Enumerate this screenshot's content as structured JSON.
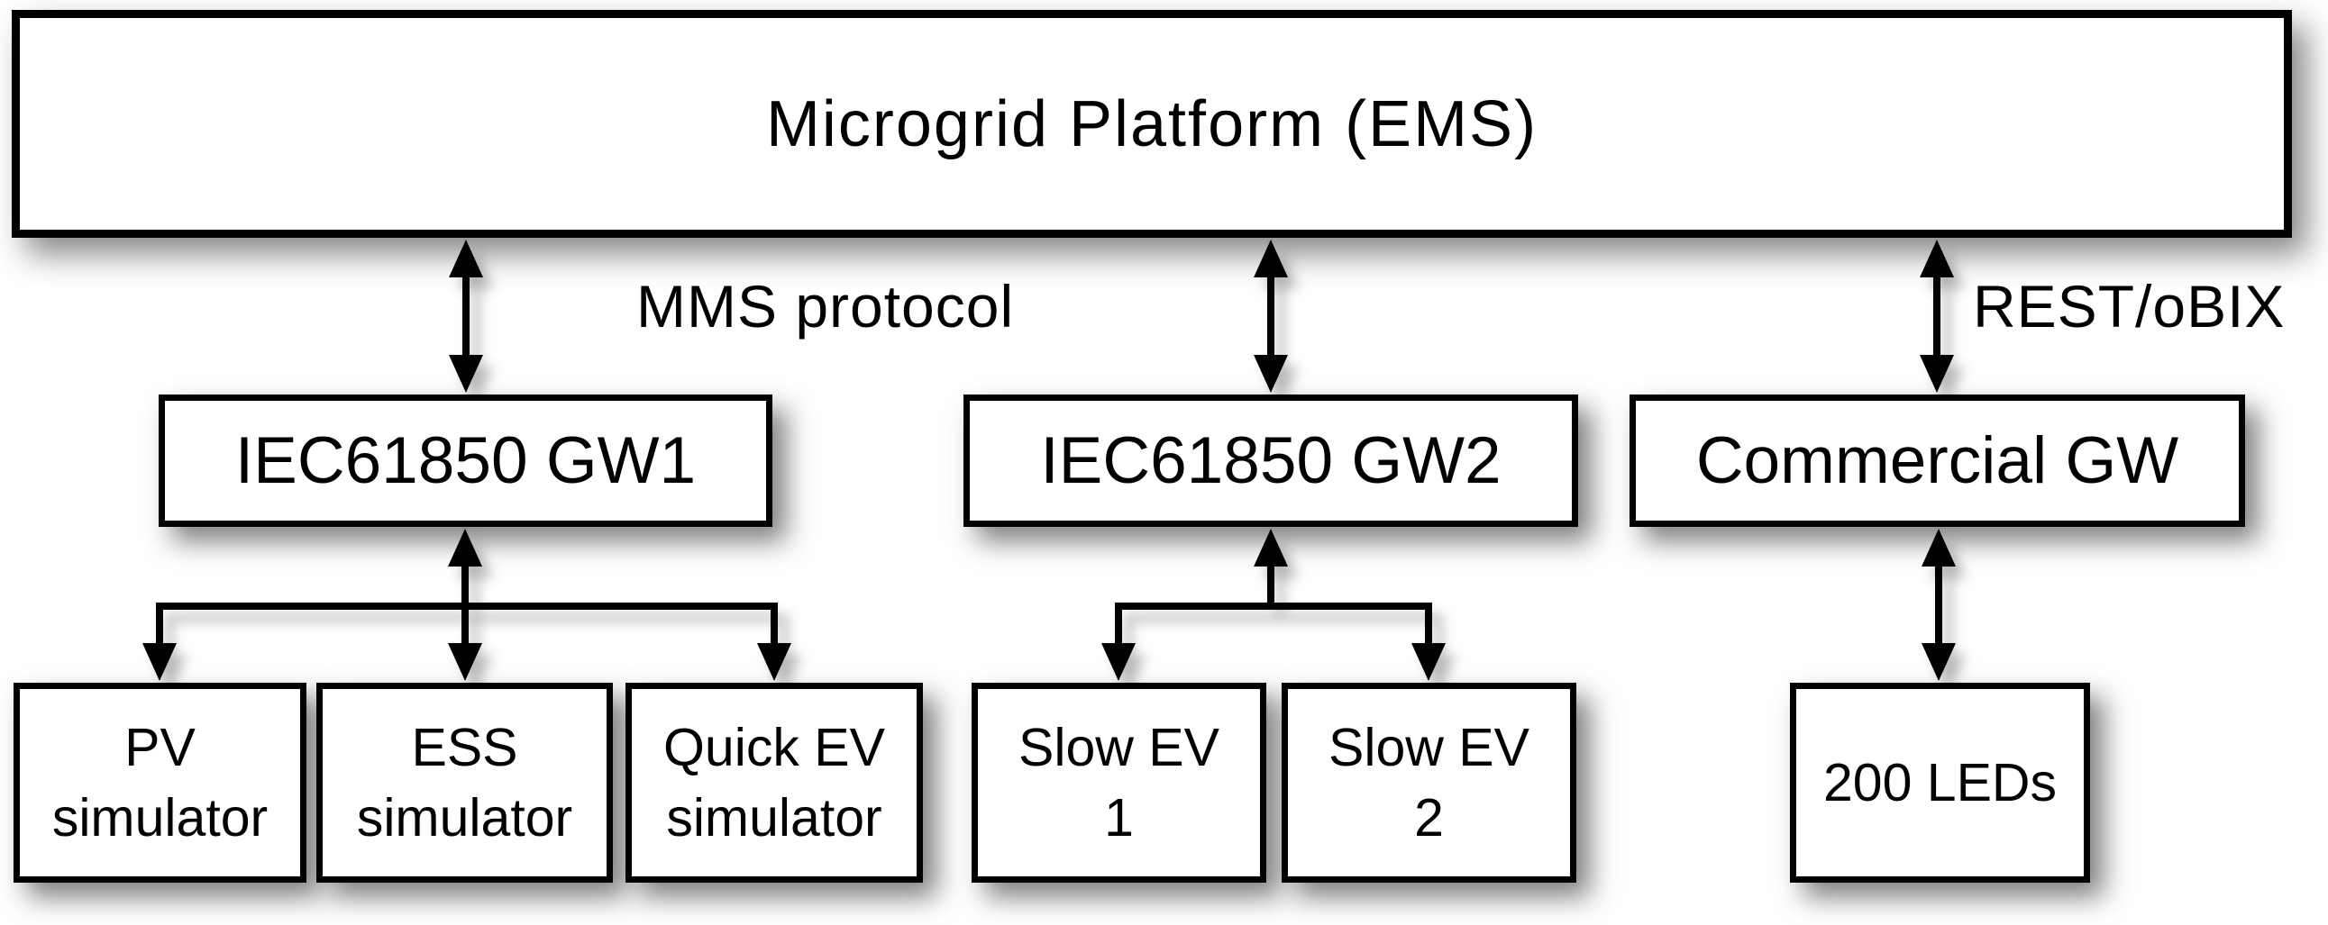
{
  "diagram": {
    "title": "Microgrid Platform (EMS)",
    "protocol_labels": {
      "mms": "MMS protocol",
      "rest_obix": "REST/oBIX"
    },
    "gateways": [
      {
        "id": "gw1",
        "label": "IEC61850 GW1"
      },
      {
        "id": "gw2",
        "label": "IEC61850 GW2"
      },
      {
        "id": "commercial-gw",
        "label": "Commercial GW"
      }
    ],
    "devices": [
      {
        "id": "pv-simulator",
        "line1": "PV",
        "line2": "simulator"
      },
      {
        "id": "ess-simulator",
        "line1": "ESS",
        "line2": "simulator"
      },
      {
        "id": "quick-ev-simulator",
        "line1": "Quick EV",
        "line2": "simulator"
      },
      {
        "id": "slow-ev-1",
        "line1": "Slow EV",
        "line2": "1"
      },
      {
        "id": "slow-ev-2",
        "line1": "Slow EV",
        "line2": "2"
      },
      {
        "id": "leds",
        "line1": "200 LEDs",
        "line2": ""
      }
    ],
    "connections": [
      {
        "from": "ems",
        "to": [
          "gw1"
        ],
        "style": "double-arrow",
        "label": "MMS protocol"
      },
      {
        "from": "ems",
        "to": [
          "gw2"
        ],
        "style": "double-arrow",
        "label": ""
      },
      {
        "from": "ems",
        "to": [
          "commercial-gw"
        ],
        "style": "double-arrow",
        "label": "REST/oBIX"
      },
      {
        "from": "gw1",
        "to": [
          "pv-simulator",
          "ess-simulator",
          "quick-ev-simulator"
        ],
        "style": "tree-double-arrow",
        "label": ""
      },
      {
        "from": "gw2",
        "to": [
          "slow-ev-1",
          "slow-ev-2"
        ],
        "style": "tree-double-arrow",
        "label": ""
      },
      {
        "from": "commercial-gw",
        "to": [
          "leds"
        ],
        "style": "double-arrow",
        "label": ""
      }
    ],
    "colors": {
      "line": "#000000",
      "box_border": "#000000",
      "box_fill": "#ffffff",
      "text": "#000000",
      "background": "#ffffff",
      "shadow": "rgba(0,0,0,0.5)"
    }
  }
}
